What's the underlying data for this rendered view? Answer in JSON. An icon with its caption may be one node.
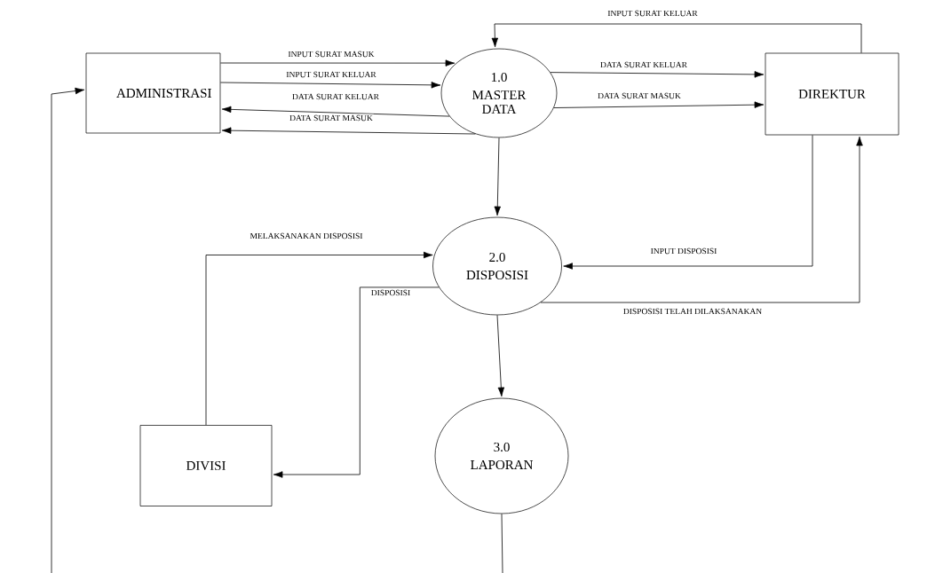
{
  "diagram": {
    "nodes": [
      {
        "text": [
          "ADMINISTRASI"
        ]
      },
      {
        "text": [
          "1.0",
          "MASTER DATA"
        ]
      },
      {
        "text": [
          "DIREKTUR"
        ]
      },
      {
        "text": [
          "2.0",
          "DISPOSISI"
        ]
      },
      {
        "text": [
          "DIVISI"
        ]
      },
      {
        "text": [
          "3.0",
          "LAPORAN"
        ]
      }
    ],
    "edges": [
      {
        "from": 0,
        "to": 1,
        "arrow": "to",
        "label": "INPUT SURAT MASUK"
      },
      {
        "from": 0,
        "to": 1,
        "arrow": "to",
        "label": "INPUT SURAT KELUAR"
      },
      {
        "from": 1,
        "to": 0,
        "arrow": "to",
        "label": "DATA SURAT KELUAR"
      },
      {
        "from": 1,
        "to": 0,
        "arrow": "to",
        "label": "DATA SURAT MASUK"
      },
      {
        "from": 1,
        "to": 2,
        "arrow": "to",
        "label": "DATA SURAT KELUAR"
      },
      {
        "from": 1,
        "to": 2,
        "arrow": "to",
        "label": "DATA SURAT MASUK"
      },
      {
        "from": 2,
        "to": 1,
        "arrow": "to",
        "label": "INPUT SURAT KELUAR"
      },
      {
        "from": 1,
        "to": 3,
        "arrow": "to"
      },
      {
        "from": 2,
        "to": 3,
        "arrow": "to",
        "label": "INPUT DISPOSISI"
      },
      {
        "from": 3,
        "to": 2,
        "arrow": "to",
        "label": "DISPOSISI TELAH DILAKSANAKAN"
      },
      {
        "from": 4,
        "to": 3,
        "arrow": "to",
        "label": "MELAKSANAKAN DISPOSISI"
      },
      {
        "from": 3,
        "to": 4,
        "arrow": "to",
        "label": "DISPOSISI"
      },
      {
        "from": 3,
        "to": 5,
        "arrow": "to"
      },
      {
        "from": 5,
        "to": null,
        "arrow": "none"
      },
      {
        "from": null,
        "to": 0,
        "arrow": "to"
      }
    ]
  }
}
